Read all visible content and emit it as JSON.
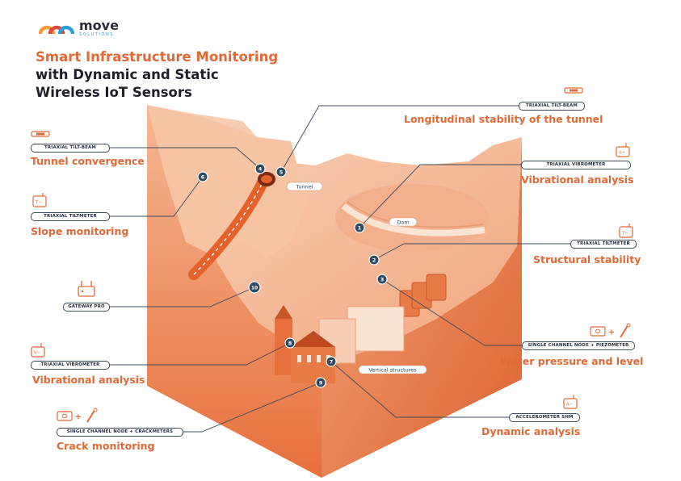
{
  "brand": {
    "name": "move",
    "tagline": "SOLUTIONS"
  },
  "title": {
    "line1": "Smart Infrastructure Monitoring",
    "line2": "with Dynamic and Static",
    "line3": "Wireless IoT Sensors"
  },
  "scene_labels": {
    "tunnel": "Tunnel",
    "dam": "Dam",
    "vertical": "Vertical structures"
  },
  "colors": {
    "accent": "#e06a35",
    "dark": "#1f2a3c",
    "marker": "#2f4a63",
    "terrain": "#f2a983"
  },
  "callouts": [
    {
      "num": "1",
      "sensor": "TRIAXIAL VIBROMETER",
      "caption": "Vibrational analysis",
      "icon": "vibrometer-icon"
    },
    {
      "num": "2",
      "sensor": "TRIAXIAL TILTMETER",
      "caption": "Structural stability",
      "icon": "tiltmeter-icon"
    },
    {
      "num": "3",
      "sensor": "SINGLE CHANNEL NODE + PIEZOMETER",
      "caption": "Water pressure and level",
      "icon": "node-piezometer-icon"
    },
    {
      "num": "4",
      "sensor": "TRIAXIAL TILT-BEAM",
      "caption": "Tunnel convergence",
      "icon": "tilt-beam-icon"
    },
    {
      "num": "5",
      "sensor": "TRIAXIAL TILT-BEAM",
      "caption": "Longitudinal stability of the tunnel",
      "icon": "tilt-beam-icon"
    },
    {
      "num": "6",
      "sensor": "TRIAXIAL TILTMETER",
      "caption": "Slope monitoring",
      "icon": "tiltmeter-icon"
    },
    {
      "num": "7",
      "sensor": "ACCELEROMETER SHM",
      "caption": "Dynamic analysis",
      "icon": "accelerometer-icon"
    },
    {
      "num": "8",
      "sensor": "TRIAXIAL VIBROMETER",
      "caption": "Vibrational analysis",
      "icon": "vibrometer-icon"
    },
    {
      "num": "9",
      "sensor": "SINGLE CHANNEL NODE + CRACKMETERS",
      "caption": "Crack monitoring",
      "icon": "node-crackmeter-icon"
    },
    {
      "num": "10",
      "sensor": "GATEWAY PRO",
      "caption": "",
      "icon": "gateway-icon"
    }
  ],
  "icon_text": {
    "vibrometer": "V∼",
    "tiltmeter": "T∼",
    "accelerometer": "A∼",
    "plus": "+"
  }
}
